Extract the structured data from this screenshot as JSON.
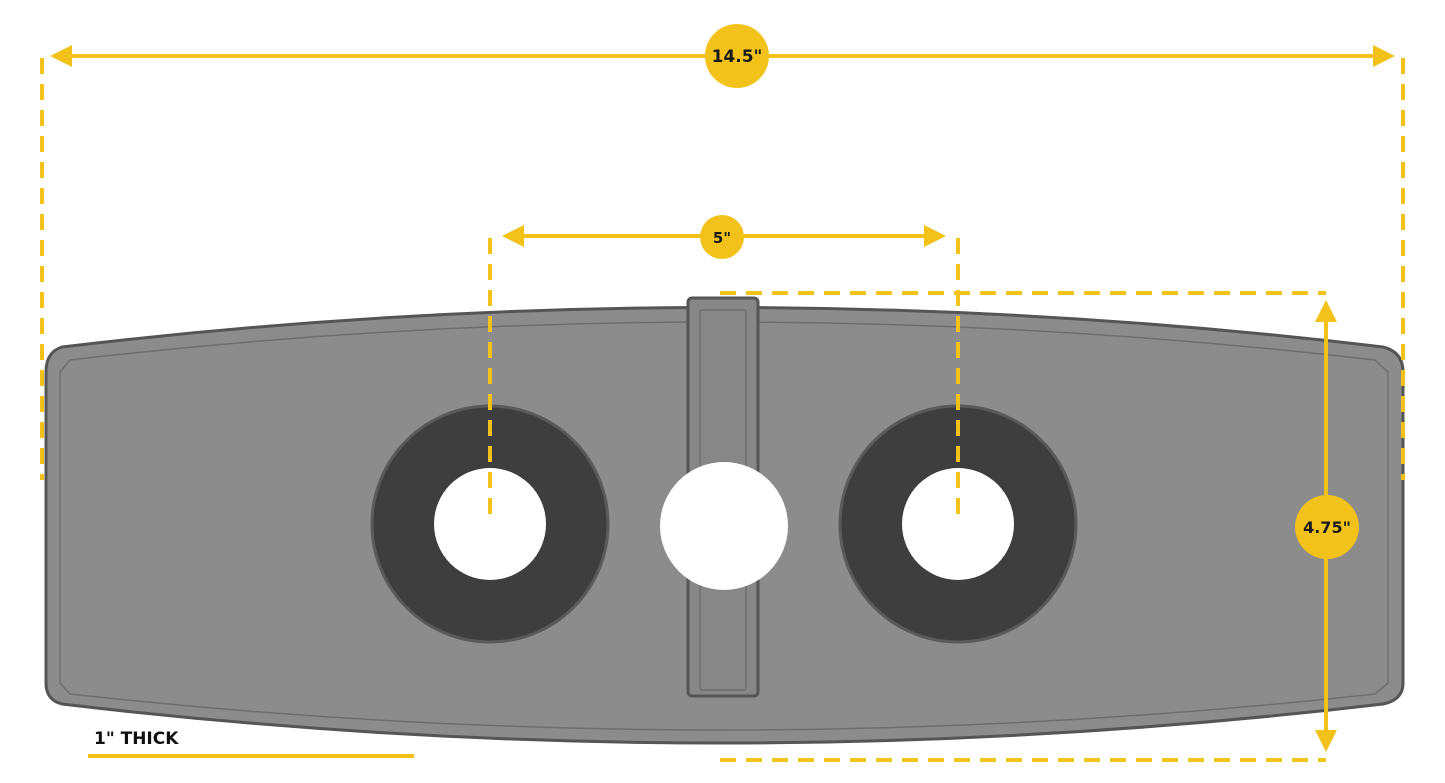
{
  "colors": {
    "dimension": "#F2C21B",
    "plate": "#8C8C8C",
    "plate_edge": "#555555",
    "ring": "#3E3E3E",
    "hole": "#FFFFFF"
  },
  "dimensions": {
    "overall_width": "14.5\"",
    "hole_spacing": "5\"",
    "plate_height": "4.75\""
  },
  "thickness_label": "1\" THICK"
}
